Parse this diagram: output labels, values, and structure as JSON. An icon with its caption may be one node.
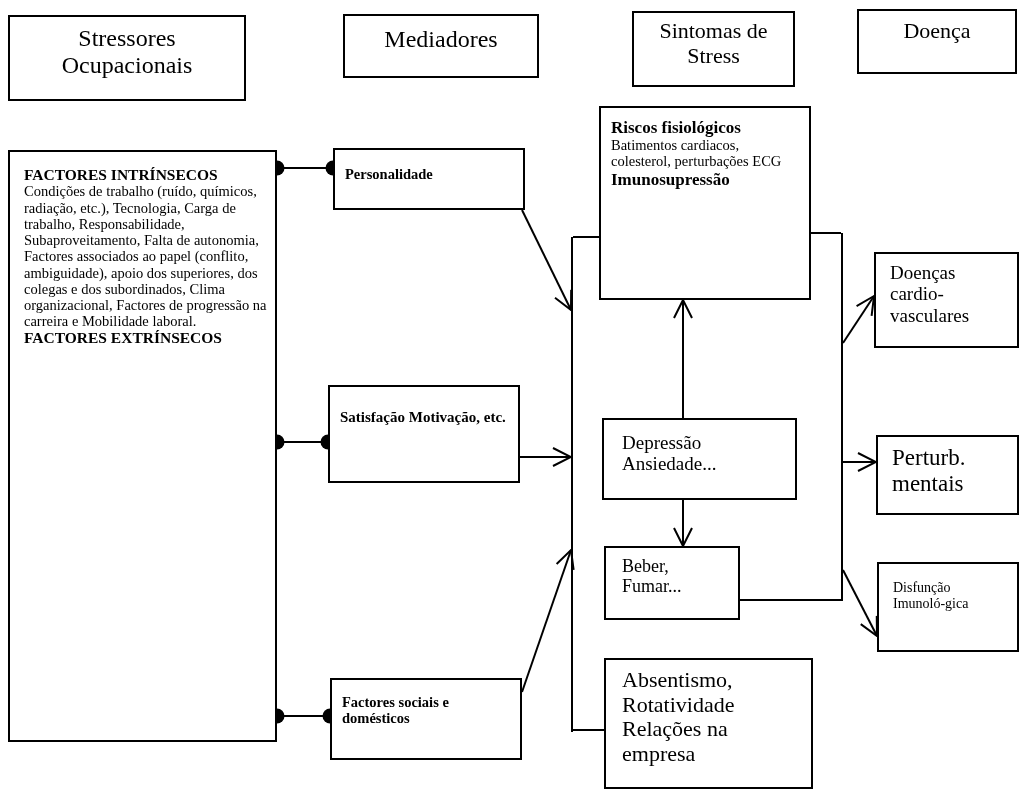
{
  "diagram": {
    "nodes": [
      {
        "text": [
          "Stressores Ocupacionais"
        ]
      },
      {
        "text": [
          "Mediadores"
        ]
      },
      {
        "text": [
          "Sintomas de Stress"
        ]
      },
      {
        "text": [
          "Doença"
        ]
      },
      {
        "text": [
          "FACTORES INTRÍNSECOS",
          "Condições de trabalho (ruído, químicos, radiação, etc.), Tecnologia, Carga de trabalho, Responsabilidade, Subaproveitamento, Falta de autonomia, Factores associados ao papel (conflito, ambiguidade), apoio dos superiores, dos colegas e dos subordinados, Clima organizacional, Factores de progressão na carreira e Mobilidade laboral.",
          "FACTORES EXTRÍNSECOS"
        ]
      },
      {
        "text": [
          "Personalidade"
        ]
      },
      {
        "text": [
          "Satisfação Motivação, etc."
        ]
      },
      {
        "text": [
          "Factores sociais e domésticos"
        ]
      },
      {
        "text": [
          "Riscos fisiológicos",
          "Batimentos cardiacos, colesterol, perturbações ECG",
          "Imunosupressão"
        ]
      },
      {
        "text": [
          "Depressão Ansiedade..."
        ]
      },
      {
        "text": [
          "Beber, Fumar..."
        ]
      },
      {
        "text": [
          "Absentismo, Rotatividade Relações na empresa"
        ]
      },
      {
        "text": [],
        "shape": "bar"
      },
      {
        "text": [],
        "shape": "bar"
      },
      {
        "text": [
          "Doenças cardio-vasculares"
        ]
      },
      {
        "text": [
          "Perturb. mentais"
        ]
      },
      {
        "text": [
          "Disfunção Imunoló-gica"
        ]
      }
    ],
    "edges": [
      {
        "from": 4,
        "to": 5,
        "arrow": "other"
      },
      {
        "from": 4,
        "to": 6,
        "arrow": "other"
      },
      {
        "from": 4,
        "to": 7,
        "arrow": "other"
      },
      {
        "from": 5,
        "to": 12,
        "arrow": "to"
      },
      {
        "from": 6,
        "to": 12,
        "arrow": "to"
      },
      {
        "from": 7,
        "to": 12,
        "arrow": "to"
      },
      {
        "from": 8,
        "to": 12,
        "arrow": "none"
      },
      {
        "from": 11,
        "to": 12,
        "arrow": "none"
      },
      {
        "from": 9,
        "to": 8,
        "arrow": "to"
      },
      {
        "from": 9,
        "to": 10,
        "arrow": "to"
      },
      {
        "from": 8,
        "to": 13,
        "arrow": "none"
      },
      {
        "from": 10,
        "to": 13,
        "arrow": "none"
      },
      {
        "from": 13,
        "to": 14,
        "arrow": "to"
      },
      {
        "from": 13,
        "to": 15,
        "arrow": "to"
      },
      {
        "from": 13,
        "to": 16,
        "arrow": "to"
      }
    ]
  }
}
